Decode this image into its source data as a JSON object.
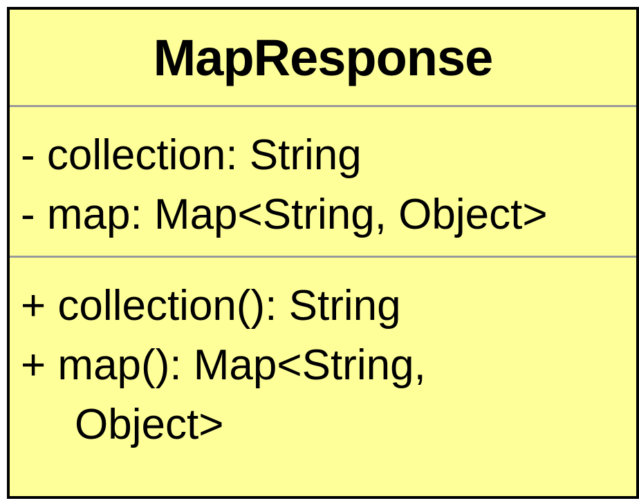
{
  "class": {
    "name": "MapResponse",
    "fill_color": "#ffff99",
    "border_color": "#000000",
    "divider_color": "#999999",
    "attributes": [
      {
        "text": "- collection: String"
      },
      {
        "text": "- map: Map<String, Object>"
      }
    ],
    "operations": [
      {
        "text": "+ collection(): String",
        "continuation": ""
      },
      {
        "text": "+ map(): Map<String,",
        "continuation": "Object>"
      }
    ]
  }
}
